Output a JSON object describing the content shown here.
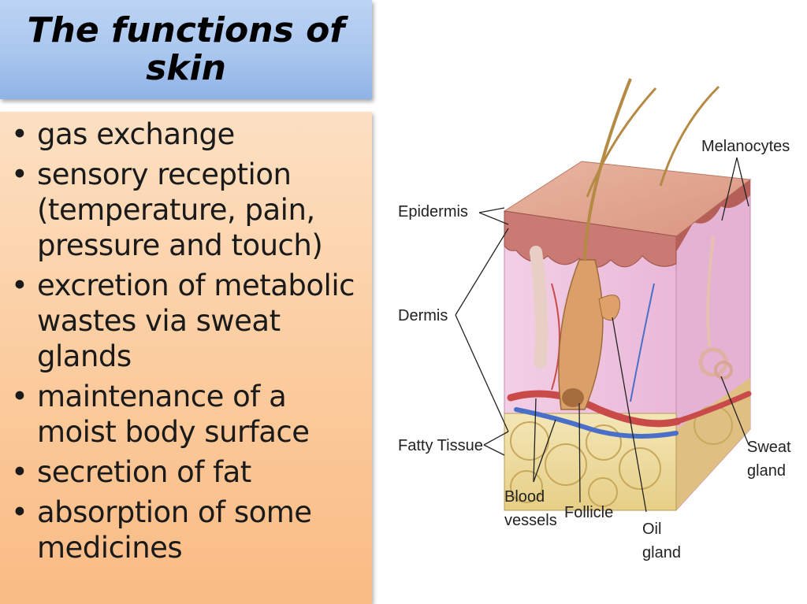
{
  "title": "The functions of skin",
  "functions": [
    "gas exchange",
    "sensory reception (temperature, pain, pressure and touch)",
    "excretion of metabolic wastes via sweat glands",
    "maintenance of a moist body surface",
    "secretion of fat",
    "absorption of some medicines"
  ],
  "diagram_labels": {
    "epidermis": "Epidermis",
    "dermis": "Dermis",
    "fatty_tissue": "Fatty Tissue",
    "melanocytes": "Melanocytes",
    "sweat_gland_1": "Sweat",
    "sweat_gland_2": "gland",
    "blood_vessels_1": "Blood",
    "blood_vessels_2": "vessels",
    "follicle": "Follicle",
    "oil_gland_1": "Oil",
    "oil_gland_2": "gland"
  }
}
